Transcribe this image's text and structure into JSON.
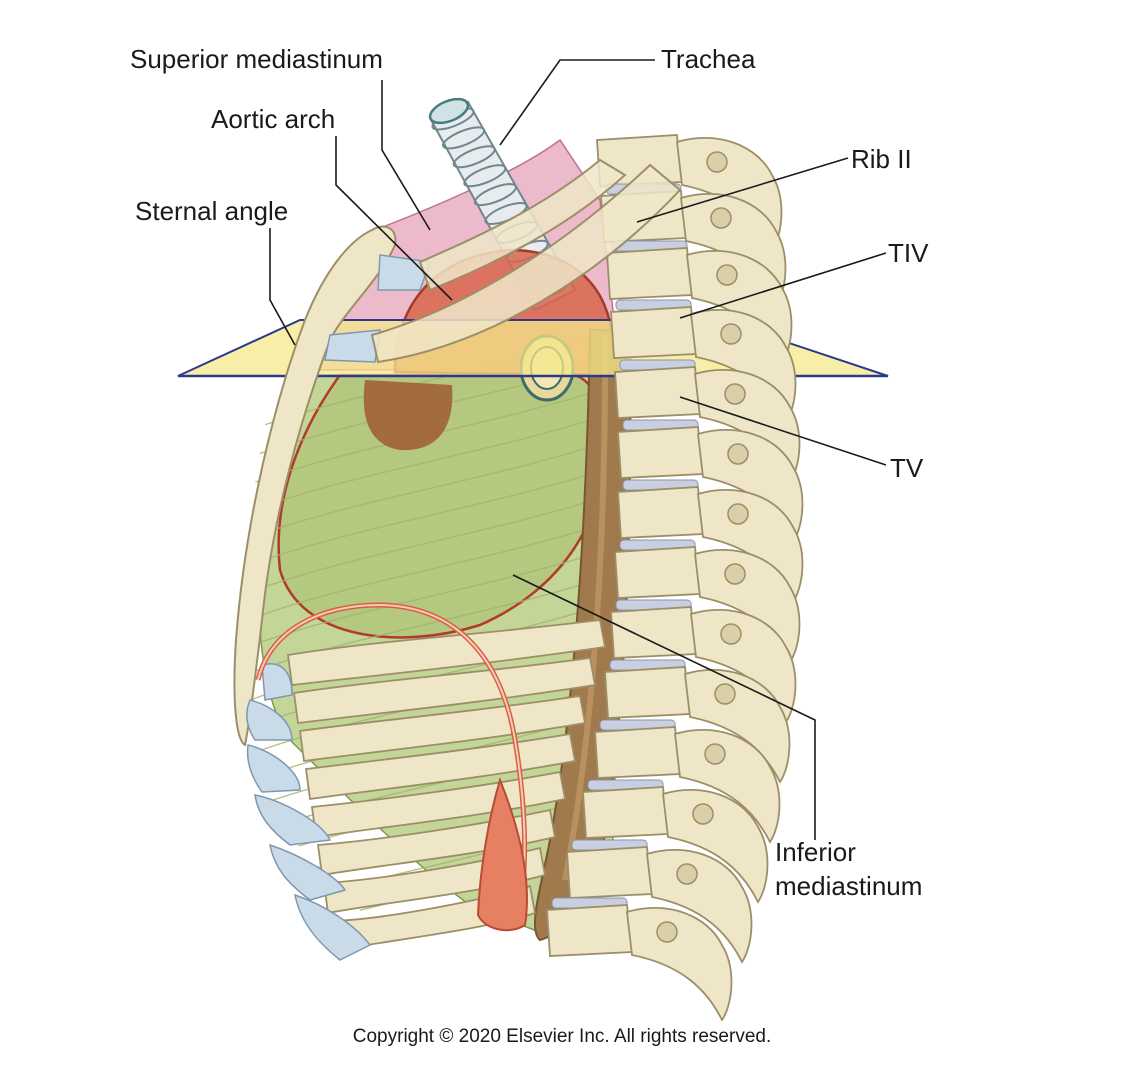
{
  "labels": {
    "superior_mediastinum": "Superior mediastinum",
    "trachea": "Trachea",
    "aortic_arch": "Aortic arch",
    "rib_ii": "Rib II",
    "sternal_angle": "Sternal angle",
    "tiv": "TIV",
    "tv": "TV",
    "inferior_mediastinum_line1": "Inferior",
    "inferior_mediastinum_line2": "mediastinum"
  },
  "copyright": "Copyright © 2020 Elsevier Inc. All rights reserved.",
  "colors": {
    "bone": "#efe6c8",
    "bone_outline": "#9c8f68",
    "cartilage": "#c9dbe9",
    "superior_region": "#e6a3b8",
    "inferior_region": "#b9cf86",
    "aorta": "#d9664e",
    "heart_shadow": "#a05a35",
    "plane": "#f6e88a",
    "disc": "#c8cfe0"
  }
}
